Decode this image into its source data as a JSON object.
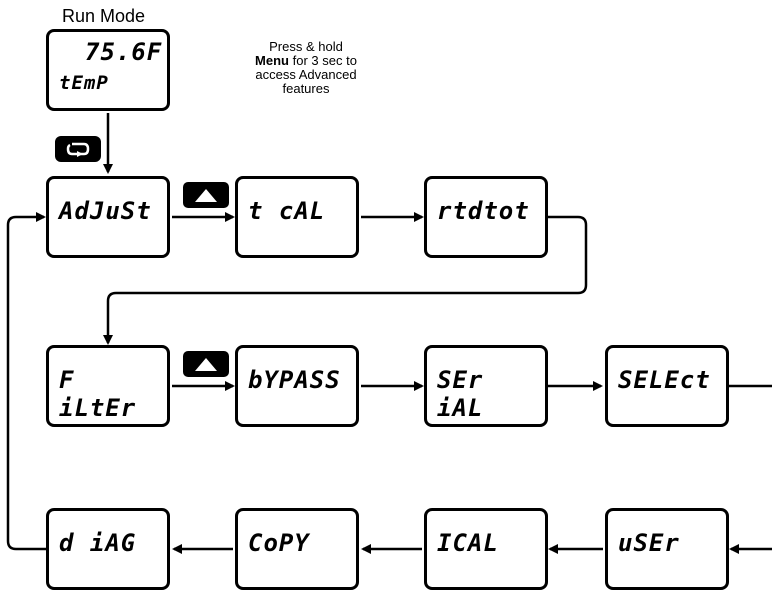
{
  "header": {
    "title": "Run Mode"
  },
  "note": {
    "line1": "Press & hold",
    "line2_bold": "Menu",
    "line2_rest": "for 3 sec to",
    "line3": "access Advanced",
    "line4": "features"
  },
  "run_box": {
    "value": "75.6F",
    "unit": "tEmP"
  },
  "row1": [
    "AdJuSt",
    "t cAL",
    "rtdtot"
  ],
  "row2": [
    "F iLtEr",
    "bYPASS",
    "SEr iAL",
    "SELEct"
  ],
  "row3": [
    "d iAG",
    "CoPY",
    "ICAL",
    "uSEr"
  ],
  "icons": {
    "menu": "menu-loop-icon",
    "up": "up-arrow-icon"
  }
}
